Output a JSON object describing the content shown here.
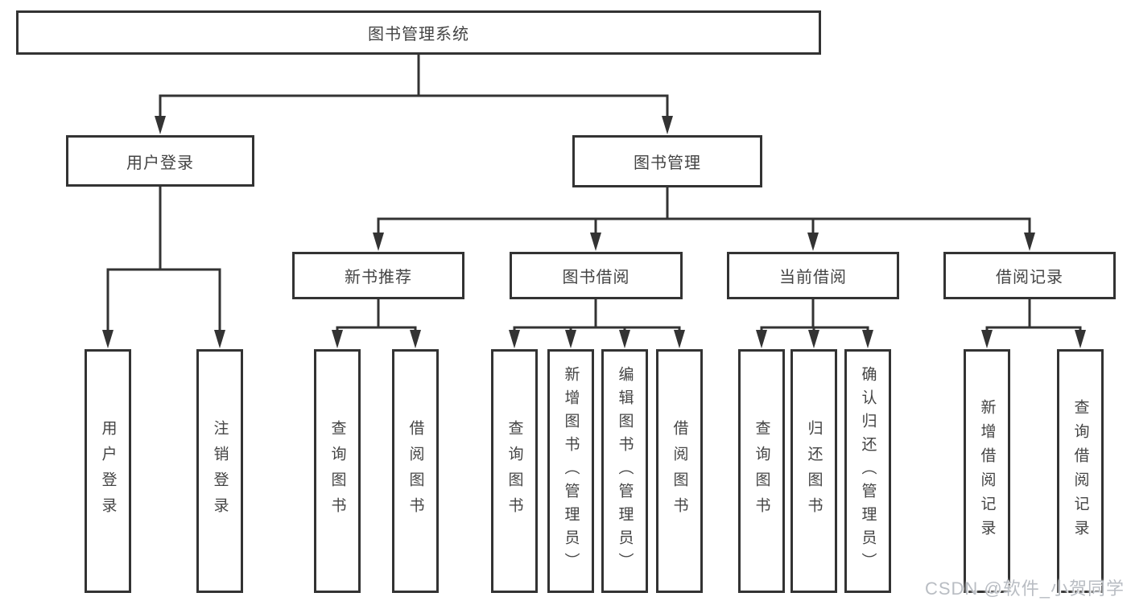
{
  "tree": {
    "root": {
      "label": "图书管理系统",
      "children": [
        {
          "label": "用户登录",
          "children": [
            {
              "label": "用户登录"
            },
            {
              "label": "注销登录"
            }
          ]
        },
        {
          "label": "图书管理",
          "children": [
            {
              "label": "新书推荐",
              "children": [
                {
                  "label": "查询图书"
                },
                {
                  "label": "借阅图书"
                }
              ]
            },
            {
              "label": "图书借阅",
              "children": [
                {
                  "label": "查询图书"
                },
                {
                  "label": "新增图书（管理员）"
                },
                {
                  "label": "编辑图书（管理员）"
                },
                {
                  "label": "借阅图书"
                }
              ]
            },
            {
              "label": "当前借阅",
              "children": [
                {
                  "label": "查询图书"
                },
                {
                  "label": "归还图书"
                },
                {
                  "label": "确认归还（管理员）"
                }
              ]
            },
            {
              "label": "借阅记录",
              "children": [
                {
                  "label": "新增借阅记录"
                },
                {
                  "label": "查询借阅记录"
                }
              ]
            }
          ]
        }
      ]
    }
  },
  "watermark": "CSDN @软件_小贺同学",
  "colors": {
    "line": "#333333",
    "text": "#444444",
    "watermark": "#b9bdc3",
    "background": "#ffffff"
  }
}
